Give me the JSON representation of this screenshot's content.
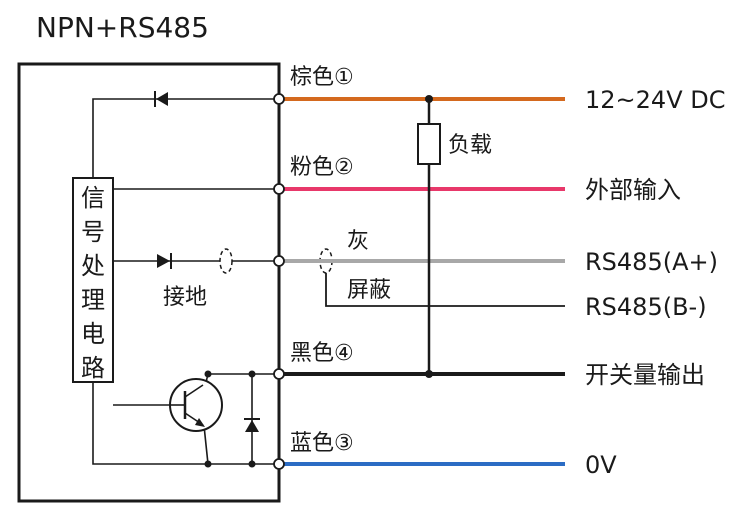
{
  "title": "NPN+RS485",
  "block": {
    "processor_chars": [
      "信",
      "号",
      "处",
      "理",
      "电",
      "路"
    ],
    "ground_label": "接地"
  },
  "wires": {
    "brown": {
      "label": "棕色①",
      "signal": "12~24V DC",
      "color": "#d4691e"
    },
    "pink": {
      "label": "粉色②",
      "signal": "外部输入",
      "color": "#e8386a"
    },
    "gray": {
      "label": "灰",
      "signal": "RS485(A+)",
      "color": "#a8a8a8"
    },
    "shield": {
      "label": "屏蔽",
      "signal": "RS485(B-)",
      "color": "#1a1a1a"
    },
    "black": {
      "label": "黑色④",
      "signal": "开关量输出",
      "color": "#1a1a1a"
    },
    "blue": {
      "label": "蓝色③",
      "signal": "0V",
      "color": "#2b6cc4"
    }
  },
  "load_label": "负载"
}
